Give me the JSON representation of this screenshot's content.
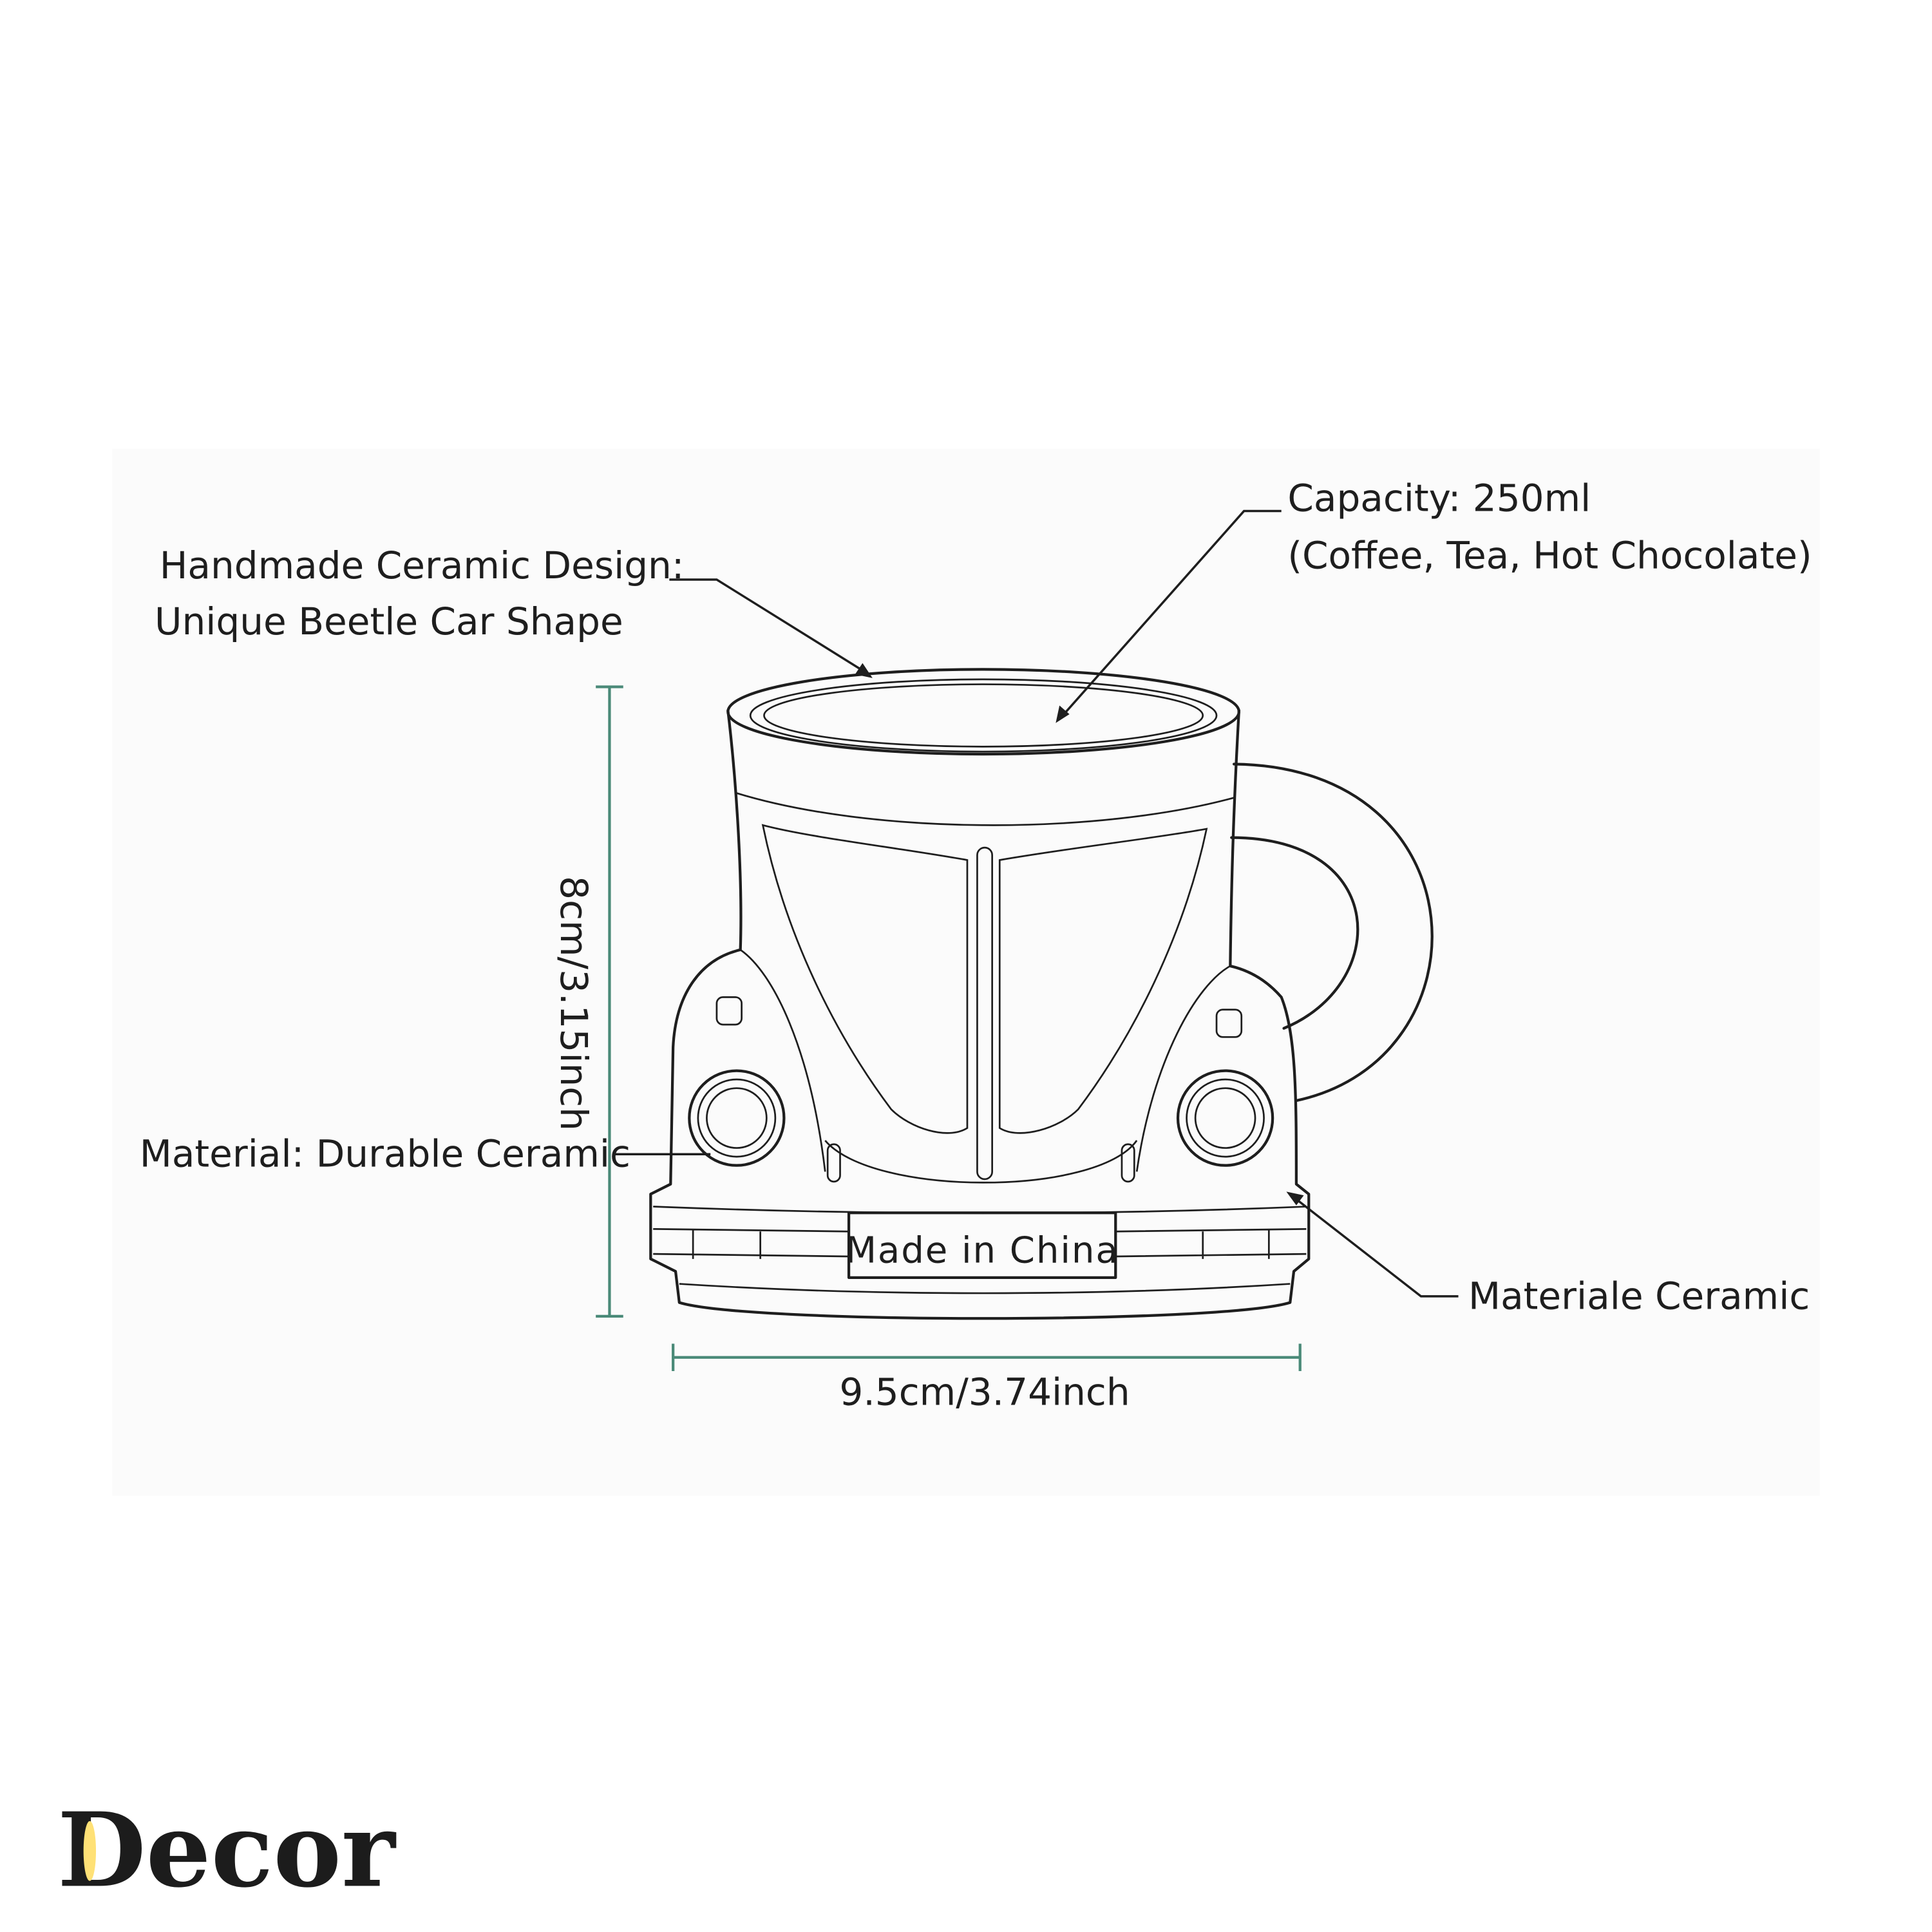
{
  "annotations": {
    "design_line1": "Handmade Ceramic Design:",
    "design_line2": "Unique Beetle Car Shape",
    "capacity_line1": "Capacity: 250ml",
    "capacity_line2": "(Coffee, Tea, Hot Chocolate)",
    "material": "Material: Durable Ceramic",
    "materiale": "Materiale Ceramic"
  },
  "dimensions": {
    "height": "8cm/3.15inch",
    "width": "9.5cm/3.74inch"
  },
  "mug": {
    "plate_text": "Made in China"
  },
  "brand": {
    "logo_text": "Decor",
    "accent_color": "#FFE176",
    "dimension_color": "#4a8a78"
  }
}
